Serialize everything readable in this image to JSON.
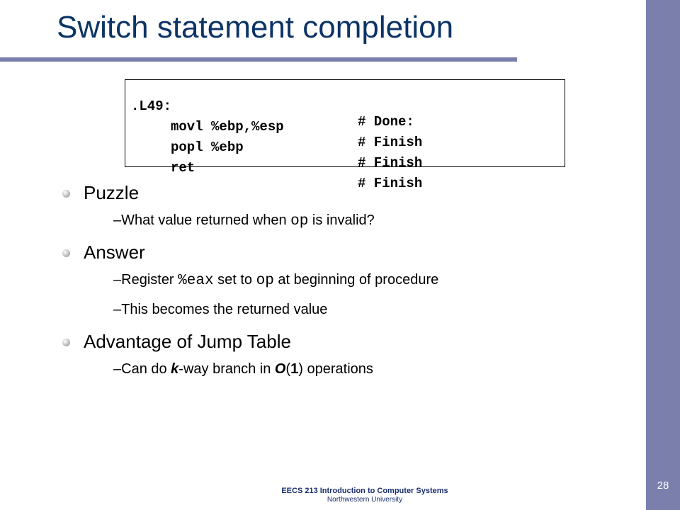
{
  "slide": {
    "title": "Switch statement completion",
    "number": "28"
  },
  "code": {
    "lines": [
      {
        "instr": ".L49:",
        "comment": "# Done:"
      },
      {
        "instr": "movl %ebp,%esp",
        "comment": "# Finish"
      },
      {
        "instr": "popl %ebp",
        "comment": "# Finish"
      },
      {
        "instr": "ret",
        "comment": "# Finish"
      }
    ]
  },
  "bullets": [
    {
      "heading": "Puzzle",
      "subs": [
        {
          "parts": [
            "–What value returned when ",
            "op",
            " is invalid?"
          ]
        }
      ]
    },
    {
      "heading": "Answer",
      "subs": [
        {
          "parts": [
            "–Register ",
            "%eax",
            " set to ",
            "op",
            " at beginning of procedure"
          ]
        },
        {
          "parts": [
            "–This becomes the returned value"
          ]
        }
      ]
    },
    {
      "heading": "Advantage of Jump Table",
      "subs": [
        {
          "parts": [
            "–Can do ",
            "k",
            "-way branch in ",
            "O",
            "(",
            "1",
            ") operations"
          ]
        }
      ]
    }
  ],
  "footer": {
    "course": "EECS 213 Introduction to Computer Systems",
    "university": "Northwestern University"
  },
  "colors": {
    "title": "#0c3466",
    "accent_bar": "#7b7fac",
    "footer_text": "#1a2e6e"
  }
}
